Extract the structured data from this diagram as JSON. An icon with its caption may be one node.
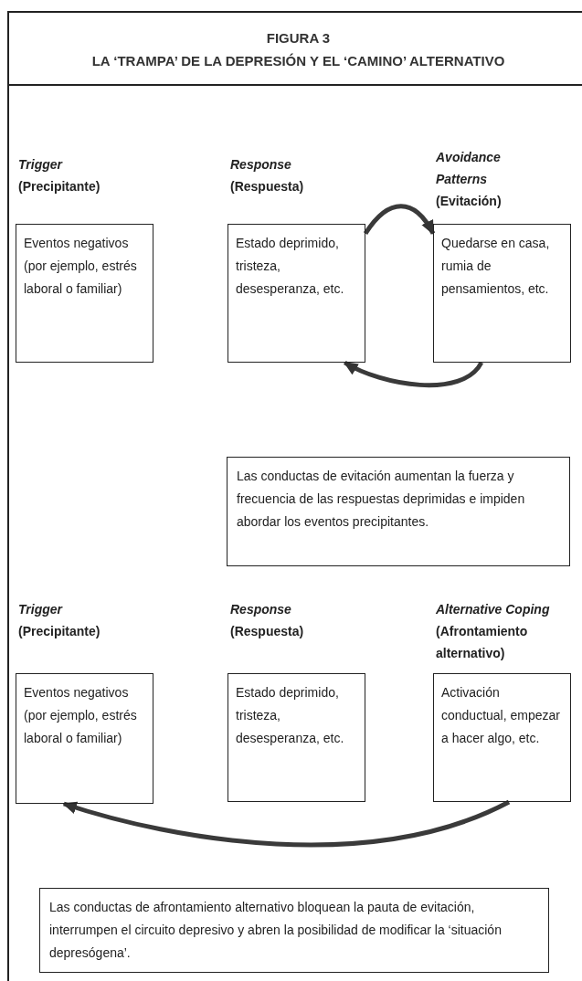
{
  "diagram": {
    "title": "LA ‘TRAMPA’ DE LA DEPRESIÓN Y EL ‘CAMINO’ ALTERNATIVO",
    "labels": [
      "FIGURA 3"
    ],
    "nodes": [
      {
        "text": [
          "Trigger",
          "(Precipitante)",
          "Eventos negativos (por ejemplo, estrés laboral o familiar)"
        ]
      },
      {
        "text": [
          "Response",
          "(Respuesta)",
          "Estado deprimido, tristeza, desesperanza, etc."
        ]
      },
      {
        "text": [
          "Avoidance Patterns",
          "(Evitación)",
          "Quedarse en casa, rumia de pensamientos, etc."
        ]
      },
      {
        "text": [
          "Las conductas de evitación aumentan la fuerza y frecuencia de las respuestas deprimidas e impiden abordar los eventos precipitantes."
        ]
      },
      {
        "text": [
          "Trigger",
          "(Precipitante)",
          "Eventos negativos (por ejemplo, estrés laboral o familiar)"
        ]
      },
      {
        "text": [
          "Response",
          "(Respuesta)",
          "Estado deprimido, tristeza, desesperanza, etc."
        ]
      },
      {
        "text": [
          "Alternative Coping",
          "(Afrontamiento alternativo)",
          "Activación conductual, empezar a hacer algo, etc."
        ]
      },
      {
        "text": [
          "Las conductas de afrontamiento alternativo bloquean la pauta de evitación, interrumpen el circuito depresivo y abren la posibilidad de modificar la ‘situación depresógena’."
        ]
      }
    ],
    "edges": [
      {
        "from": 1,
        "to": 2,
        "arrow": "to"
      },
      {
        "from": 2,
        "to": 1,
        "arrow": "to"
      },
      {
        "from": 6,
        "to": 4,
        "arrow": "to"
      }
    ]
  }
}
